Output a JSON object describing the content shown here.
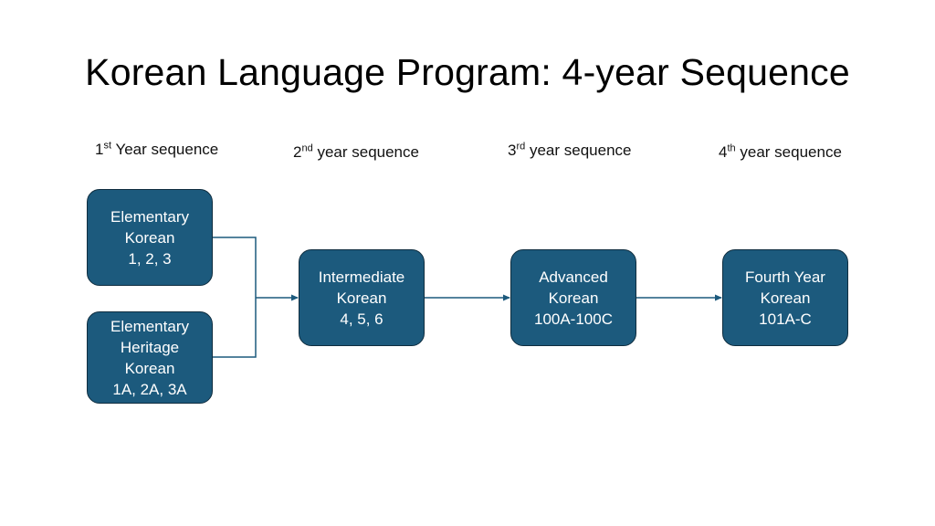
{
  "title": "Korean Language Program: 4-year Sequence",
  "columns": [
    {
      "num": "1",
      "sup": "st",
      "rest": " Year sequence"
    },
    {
      "num": "2",
      "sup": "nd",
      "rest": " year sequence"
    },
    {
      "num": "3",
      "sup": "rd",
      "rest": " year sequence"
    },
    {
      "num": "4",
      "sup": "th",
      "rest": " year sequence"
    }
  ],
  "courses": {
    "elementary": [
      "Elementary",
      "Korean",
      "1, 2, 3"
    ],
    "heritage": [
      "Elementary",
      "Heritage",
      "Korean",
      "1A, 2A, 3A"
    ],
    "intermediate": [
      "Intermediate",
      "Korean",
      "4, 5, 6"
    ],
    "advanced": [
      "Advanced",
      "Korean",
      "100A-100C"
    ],
    "fourth": [
      "Fourth Year",
      "Korean",
      "101A-C"
    ]
  },
  "colors": {
    "box_fill": "#1c5a7d",
    "box_border": "#0f2d3f",
    "connector": "#1c5a7d"
  },
  "connections": [
    {
      "from": "Elementary Korean 1, 2, 3",
      "to": "Intermediate Korean 4, 5, 6"
    },
    {
      "from": "Elementary Heritage Korean 1A, 2A, 3A",
      "to": "Intermediate Korean 4, 5, 6"
    },
    {
      "from": "Intermediate Korean 4, 5, 6",
      "to": "Advanced Korean 100A-100C"
    },
    {
      "from": "Advanced Korean 100A-100C",
      "to": "Fourth Year Korean 101A-C"
    }
  ]
}
